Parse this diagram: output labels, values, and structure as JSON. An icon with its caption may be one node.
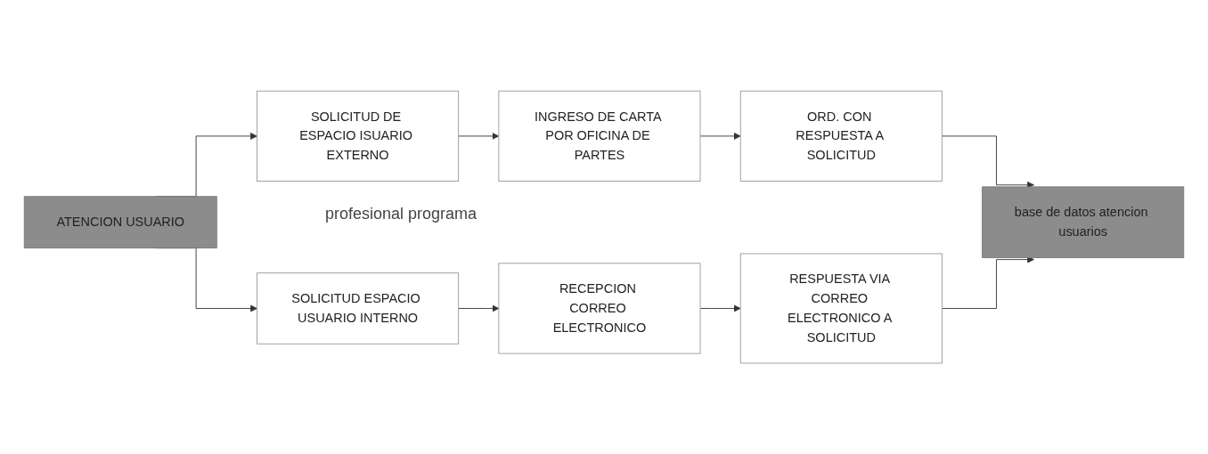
{
  "diagram": {
    "nodes": [
      {
        "text": [
          "ATENCION USUARIO"
        ]
      },
      {
        "text": [
          "SOLICITUD DE ESPACIO ISUARIO EXTERNO"
        ]
      },
      {
        "text": [
          "INGRESO DE CARTA POR OFICINA DE PARTES"
        ]
      },
      {
        "text": [
          "ORD. CON RESPUESTA A SOLICITUD"
        ]
      },
      {
        "text": [
          "base de datos atencion usuarios"
        ]
      },
      {
        "text": [
          "SOLICITUD ESPACIO USUARIO INTERNO"
        ]
      },
      {
        "text": [
          "RECEPCION CORREO ELECTRONICO"
        ]
      },
      {
        "text": [
          "RESPUESTA VIA CORREO ELECTRONICO A SOLICITUD"
        ]
      }
    ],
    "edges": [
      {
        "from": 0,
        "to": 1,
        "arrow": "to"
      },
      {
        "from": 1,
        "to": 2,
        "arrow": "to"
      },
      {
        "from": 2,
        "to": 3,
        "arrow": "to"
      },
      {
        "from": 3,
        "to": 4,
        "arrow": "to"
      },
      {
        "from": 0,
        "to": 5,
        "arrow": "to"
      },
      {
        "from": 5,
        "to": 6,
        "arrow": "to"
      },
      {
        "from": 6,
        "to": 7,
        "arrow": "to"
      },
      {
        "from": 7,
        "to": 4,
        "arrow": "to"
      }
    ],
    "labels": [
      "profesional programa"
    ]
  }
}
